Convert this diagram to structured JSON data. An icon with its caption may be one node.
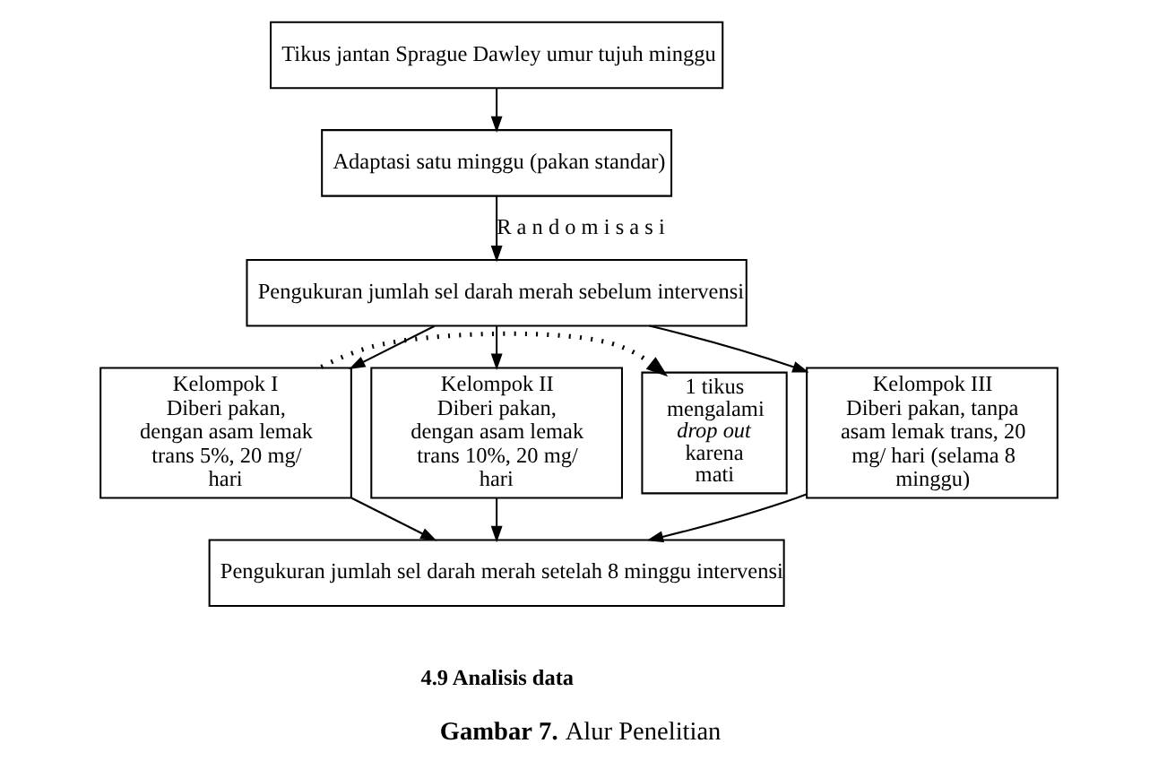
{
  "diagram": {
    "caption": "**Gambar 7.** Alur Penelitian",
    "nodes": [
      {
        "text": [
          "Tikus jantan Sprague Dawley umur tujuh minggu"
        ]
      },
      {
        "text": [
          "Adaptasi satu minggu (pakan standar)"
        ]
      },
      {
        "text": [
          "Pengukuran jumlah sel darah merah sebelum intervensi"
        ]
      },
      {
        "text": [
          "Kelompok I",
          "Diberi pakan, dengan asam lemak trans 5%, 20 mg/ hari"
        ]
      },
      {
        "text": [
          "Kelompok II",
          "Diberi pakan, dengan asam lemak trans 10%, 20 mg/ hari"
        ]
      },
      {
        "text": [
          "Kelompok III",
          "Diberi pakan, tanpa asam lemak trans, 20 mg/ hari (selama 8 minggu)"
        ]
      },
      {
        "text": [
          "1 tikus mengalami *drop out* karena mati"
        ]
      },
      {
        "text": [
          "Pengukuran jumlah sel darah merah setelah 8 minggu intervensi"
        ]
      }
    ],
    "edges": [
      {
        "from": 0,
        "to": 1,
        "arrow": "to"
      },
      {
        "from": 1,
        "to": 2,
        "arrow": "to",
        "label": "R a n d o m i s a s i"
      },
      {
        "from": 2,
        "to": 3,
        "arrow": "to"
      },
      {
        "from": 2,
        "to": 4,
        "arrow": "to"
      },
      {
        "from": 2,
        "to": 5,
        "arrow": "to"
      },
      {
        "from": 3,
        "to": 6,
        "arrow": "to",
        "style": "dashed"
      },
      {
        "from": 3,
        "to": 7,
        "arrow": "to"
      },
      {
        "from": 4,
        "to": 7,
        "arrow": "to"
      },
      {
        "from": 5,
        "to": 7,
        "arrow": "to"
      }
    ],
    "labels": [
      "4.9 Analisis data"
    ]
  }
}
